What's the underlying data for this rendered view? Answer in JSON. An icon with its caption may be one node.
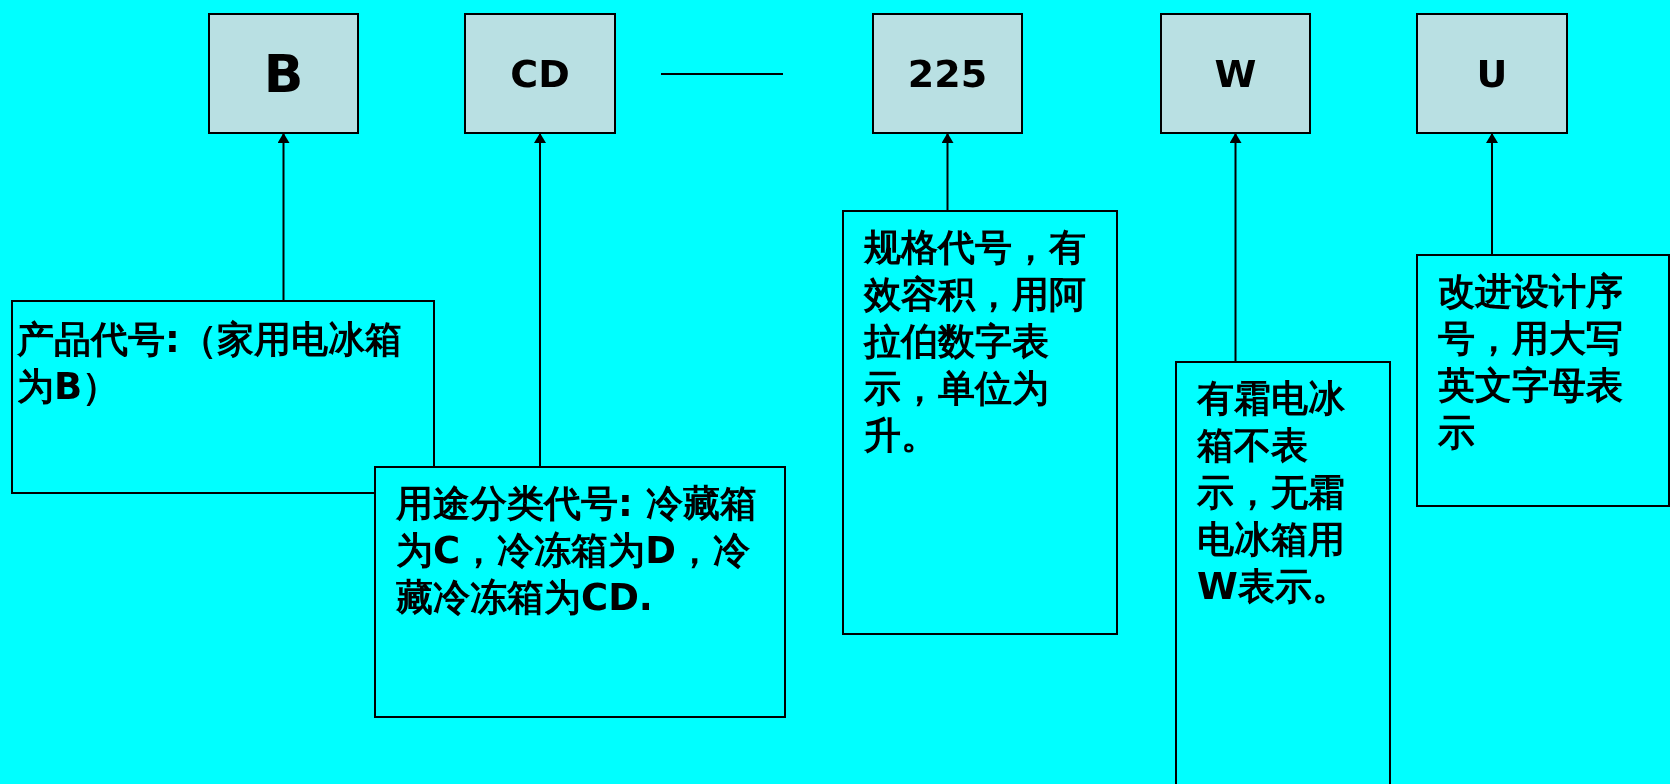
{
  "diagram": {
    "nodes": [
      {
        "text": [
          "B"
        ]
      },
      {
        "text": [
          "CD"
        ]
      },
      {
        "text": [
          "225"
        ]
      },
      {
        "text": [
          "W"
        ]
      },
      {
        "text": [
          "U"
        ]
      },
      {
        "text": [
          "产品代号:（家用电冰箱为B）"
        ]
      },
      {
        "text": [
          "用途分类代号: 冷藏箱为C，冷冻箱为D，冷藏冷冻箱为CD."
        ]
      },
      {
        "text": [
          "规格代号，有效容积，用阿拉伯数字表示，单位为升。"
        ]
      },
      {
        "text": [
          "有霜电冰箱不表示，无霜电冰箱用W表示。"
        ]
      },
      {
        "text": [
          "改进设计序号，用大写英文字母表示"
        ]
      }
    ],
    "edges": [
      {
        "from": 5,
        "to": 0,
        "arrow": "to"
      },
      {
        "from": 6,
        "to": 1,
        "arrow": "to"
      },
      {
        "from": 7,
        "to": 2,
        "arrow": "to"
      },
      {
        "from": 8,
        "to": 3,
        "arrow": "to"
      },
      {
        "from": 9,
        "to": 4,
        "arrow": "to"
      }
    ]
  }
}
